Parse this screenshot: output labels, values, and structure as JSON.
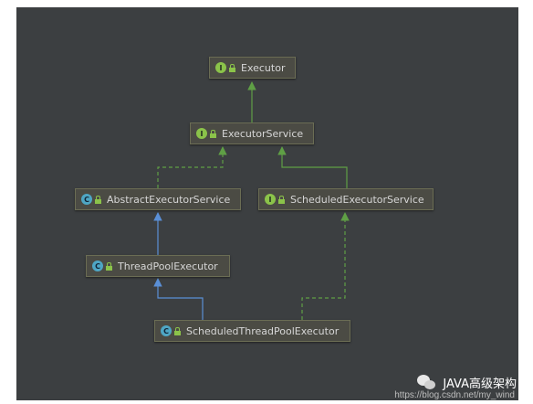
{
  "diagram": {
    "nodes": [
      {
        "id": "executor",
        "kind": "I",
        "label": "Executor"
      },
      {
        "id": "executor_service",
        "kind": "I",
        "label": "ExecutorService"
      },
      {
        "id": "abstract_executor_service",
        "kind": "C",
        "label": "AbstractExecutorService"
      },
      {
        "id": "scheduled_executor_service",
        "kind": "I",
        "label": "ScheduledExecutorService"
      },
      {
        "id": "thread_pool_executor",
        "kind": "C",
        "label": "ThreadPoolExecutor"
      },
      {
        "id": "scheduled_thread_pool_executor",
        "kind": "C",
        "label": "ScheduledThreadPoolExecutor"
      }
    ],
    "edges": [
      {
        "from": "executor_service",
        "to": "executor",
        "type": "extends"
      },
      {
        "from": "abstract_executor_service",
        "to": "executor_service",
        "type": "implements"
      },
      {
        "from": "scheduled_executor_service",
        "to": "executor_service",
        "type": "extends"
      },
      {
        "from": "thread_pool_executor",
        "to": "abstract_executor_service",
        "type": "extends-class"
      },
      {
        "from": "scheduled_thread_pool_executor",
        "to": "thread_pool_executor",
        "type": "extends-class"
      },
      {
        "from": "scheduled_thread_pool_executor",
        "to": "scheduled_executor_service",
        "type": "implements"
      }
    ],
    "colors": {
      "canvas": "#3c3f41",
      "interface_badge": "#8bc34a",
      "class_badge": "#4ea6c4",
      "extends_line": "#5f9f45",
      "class_extends_line": "#5a8fd6"
    }
  },
  "watermark": {
    "title": "JAVA高级架构",
    "url": "https://blog.csdn.net/my_wind",
    "icon": "wechat-icon"
  }
}
